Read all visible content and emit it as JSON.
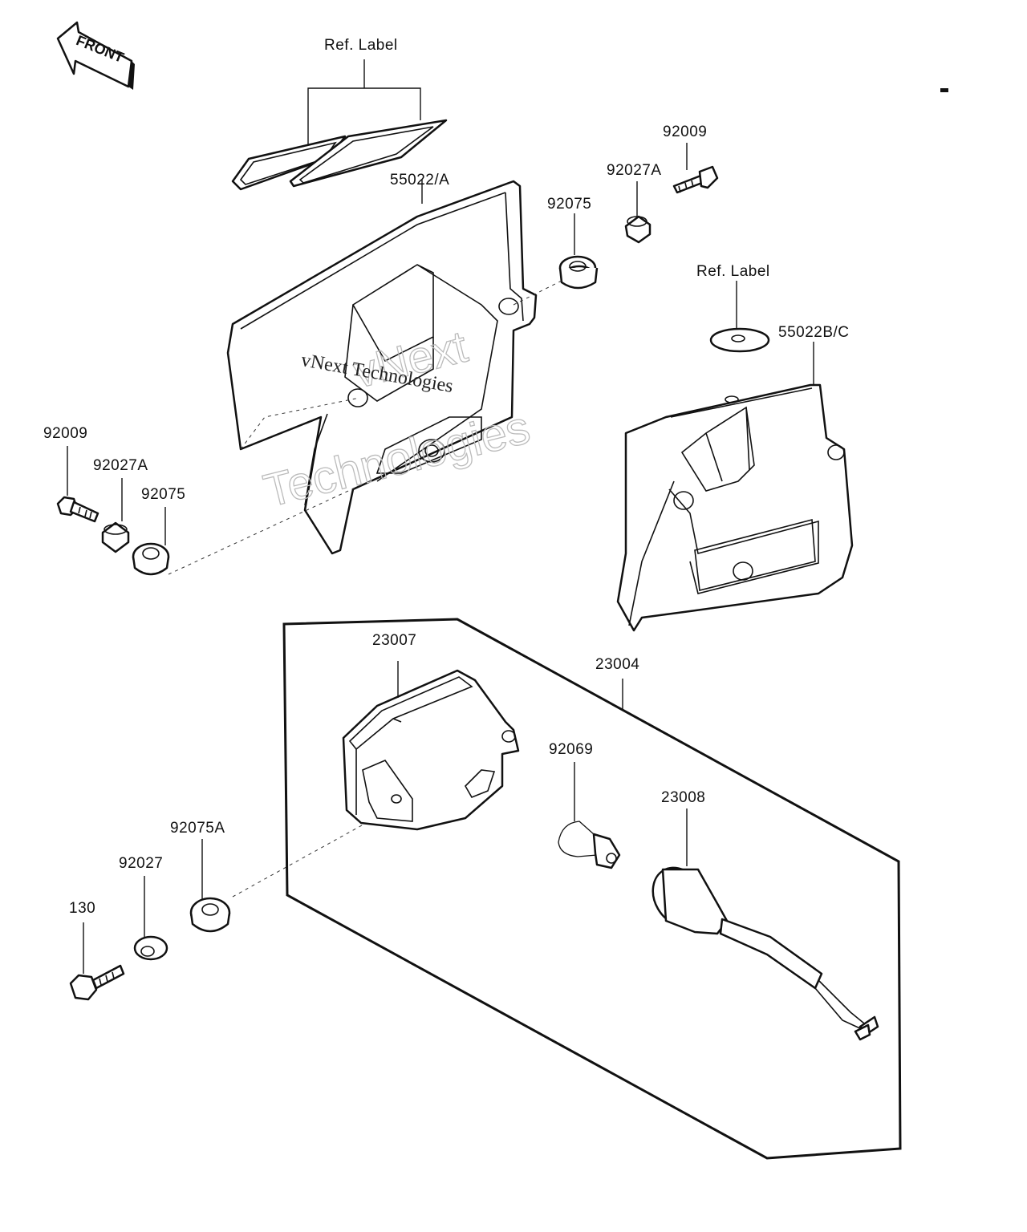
{
  "front_badge": "FRONT",
  "labels": {
    "ref_label_top": "Ref. Label",
    "p55022a": "55022/A",
    "p92075_top": "92075",
    "p92027a_top": "92027A",
    "p92009_top": "92009",
    "ref_label_right": "Ref. Label",
    "p55022bc": "55022B/C",
    "p92009_left": "92009",
    "p92027a_left": "92027A",
    "p92075_left": "92075",
    "p23007": "23007",
    "p23004": "23004",
    "p92069": "92069",
    "p23008": "23008",
    "p92075a": "92075A",
    "p92027": "92027",
    "p130": "130"
  },
  "watermark": {
    "line1": "vNext Technologies",
    "outline1": "vNext",
    "outline2": "Technologies"
  }
}
